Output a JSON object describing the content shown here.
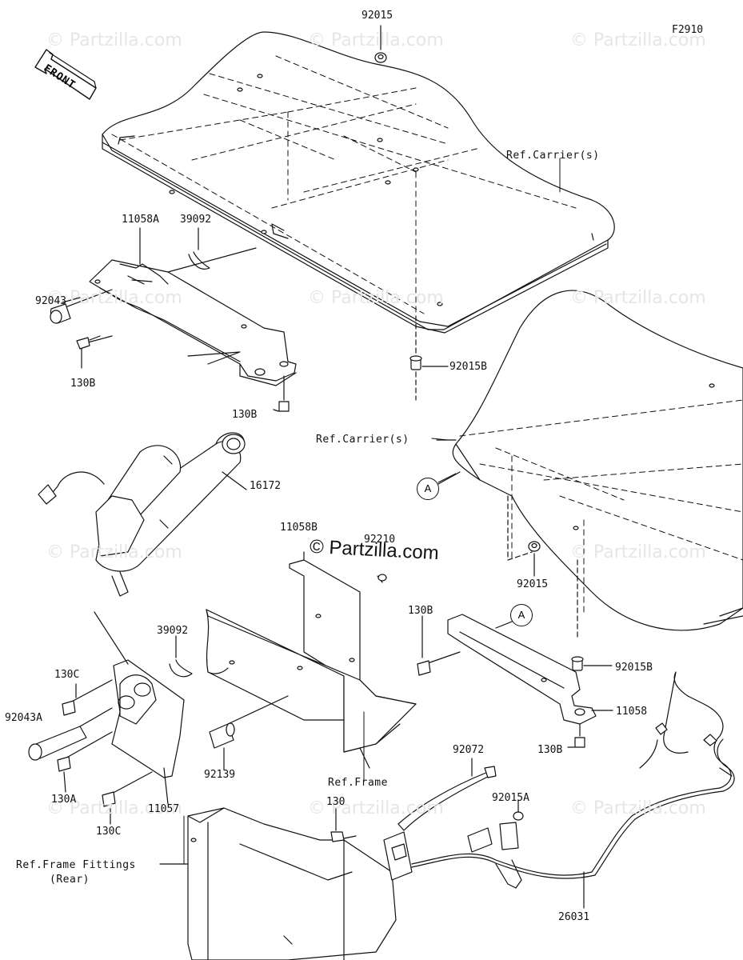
{
  "figure_id": "F2910",
  "front_label": "FRONT",
  "watermark_text": "© Partzilla.com",
  "watermark_main": "© Partzilla.com",
  "callout_letter": "A",
  "parts": {
    "p92015_top": "92015",
    "p92015b_upper": "92015B",
    "p11058a": "11058A",
    "p39092_upper": "39092",
    "p92043": "92043",
    "p130b_left": "130B",
    "p130b_mid": "130B",
    "p16172": "16172",
    "p11058b": "11058B",
    "p92210": "92210",
    "p39092_lower": "39092",
    "p130c_upper": "130C",
    "p92043a": "92043A",
    "p130a": "130A",
    "p130c_lower": "130C",
    "p92139": "92139",
    "p11057": "11057",
    "p92015_right": "92015",
    "p130b_right": "130B",
    "p92015b_right": "92015B",
    "p11058": "11058",
    "p130b_right_lower": "130B",
    "p92072": "92072",
    "p92015a": "92015A",
    "p130": "130",
    "p26031": "26031"
  },
  "refs": {
    "carrier_top": "Ref.Carrier(s)",
    "carrier_right": "Ref.Carrier(s)",
    "frame": "Ref.Frame",
    "frame_fittings_line1": "Ref.Frame Fittings",
    "frame_fittings_line2": "(Rear)"
  }
}
